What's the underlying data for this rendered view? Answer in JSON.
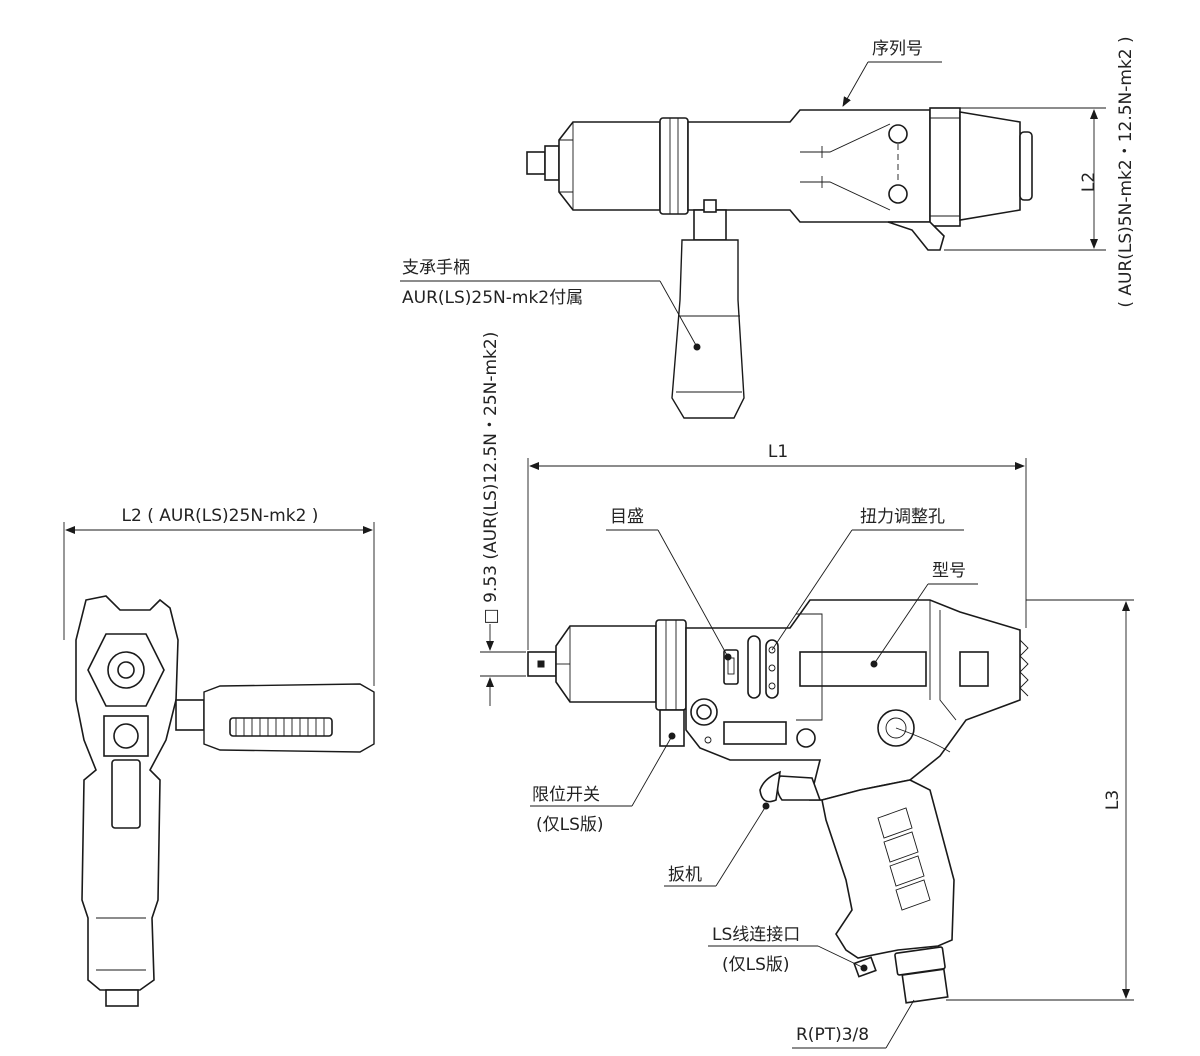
{
  "labels": {
    "serial_number": "序列号",
    "support_handle": "支承手柄",
    "support_handle_note": "AUR(LS)25N-mk2付属",
    "scale": "目盛",
    "torque_adjust_hole": "扭力调整孔",
    "model_number": "型号",
    "limit_switch": "限位开关",
    "limit_switch_note": "(仅LS版)",
    "trigger": "扳机",
    "ls_connector": "LS线连接口",
    "ls_connector_note": "(仅LS版)",
    "air_inlet": "R(PT)3/8"
  },
  "dimensions": {
    "l1": "L1",
    "l2_top": "L2",
    "l2_top_note": "( AUR(LS)5N-mk2・12.5N-mk2 )",
    "l2_front": "L2 ( AUR(LS)25N-mk2 )",
    "l3": "L3",
    "square_drive": "□ 9.53  (AUR(LS)12.5N・25N-mk2)"
  },
  "colors": {
    "line": "#1a1a1a",
    "background": "#ffffff"
  }
}
